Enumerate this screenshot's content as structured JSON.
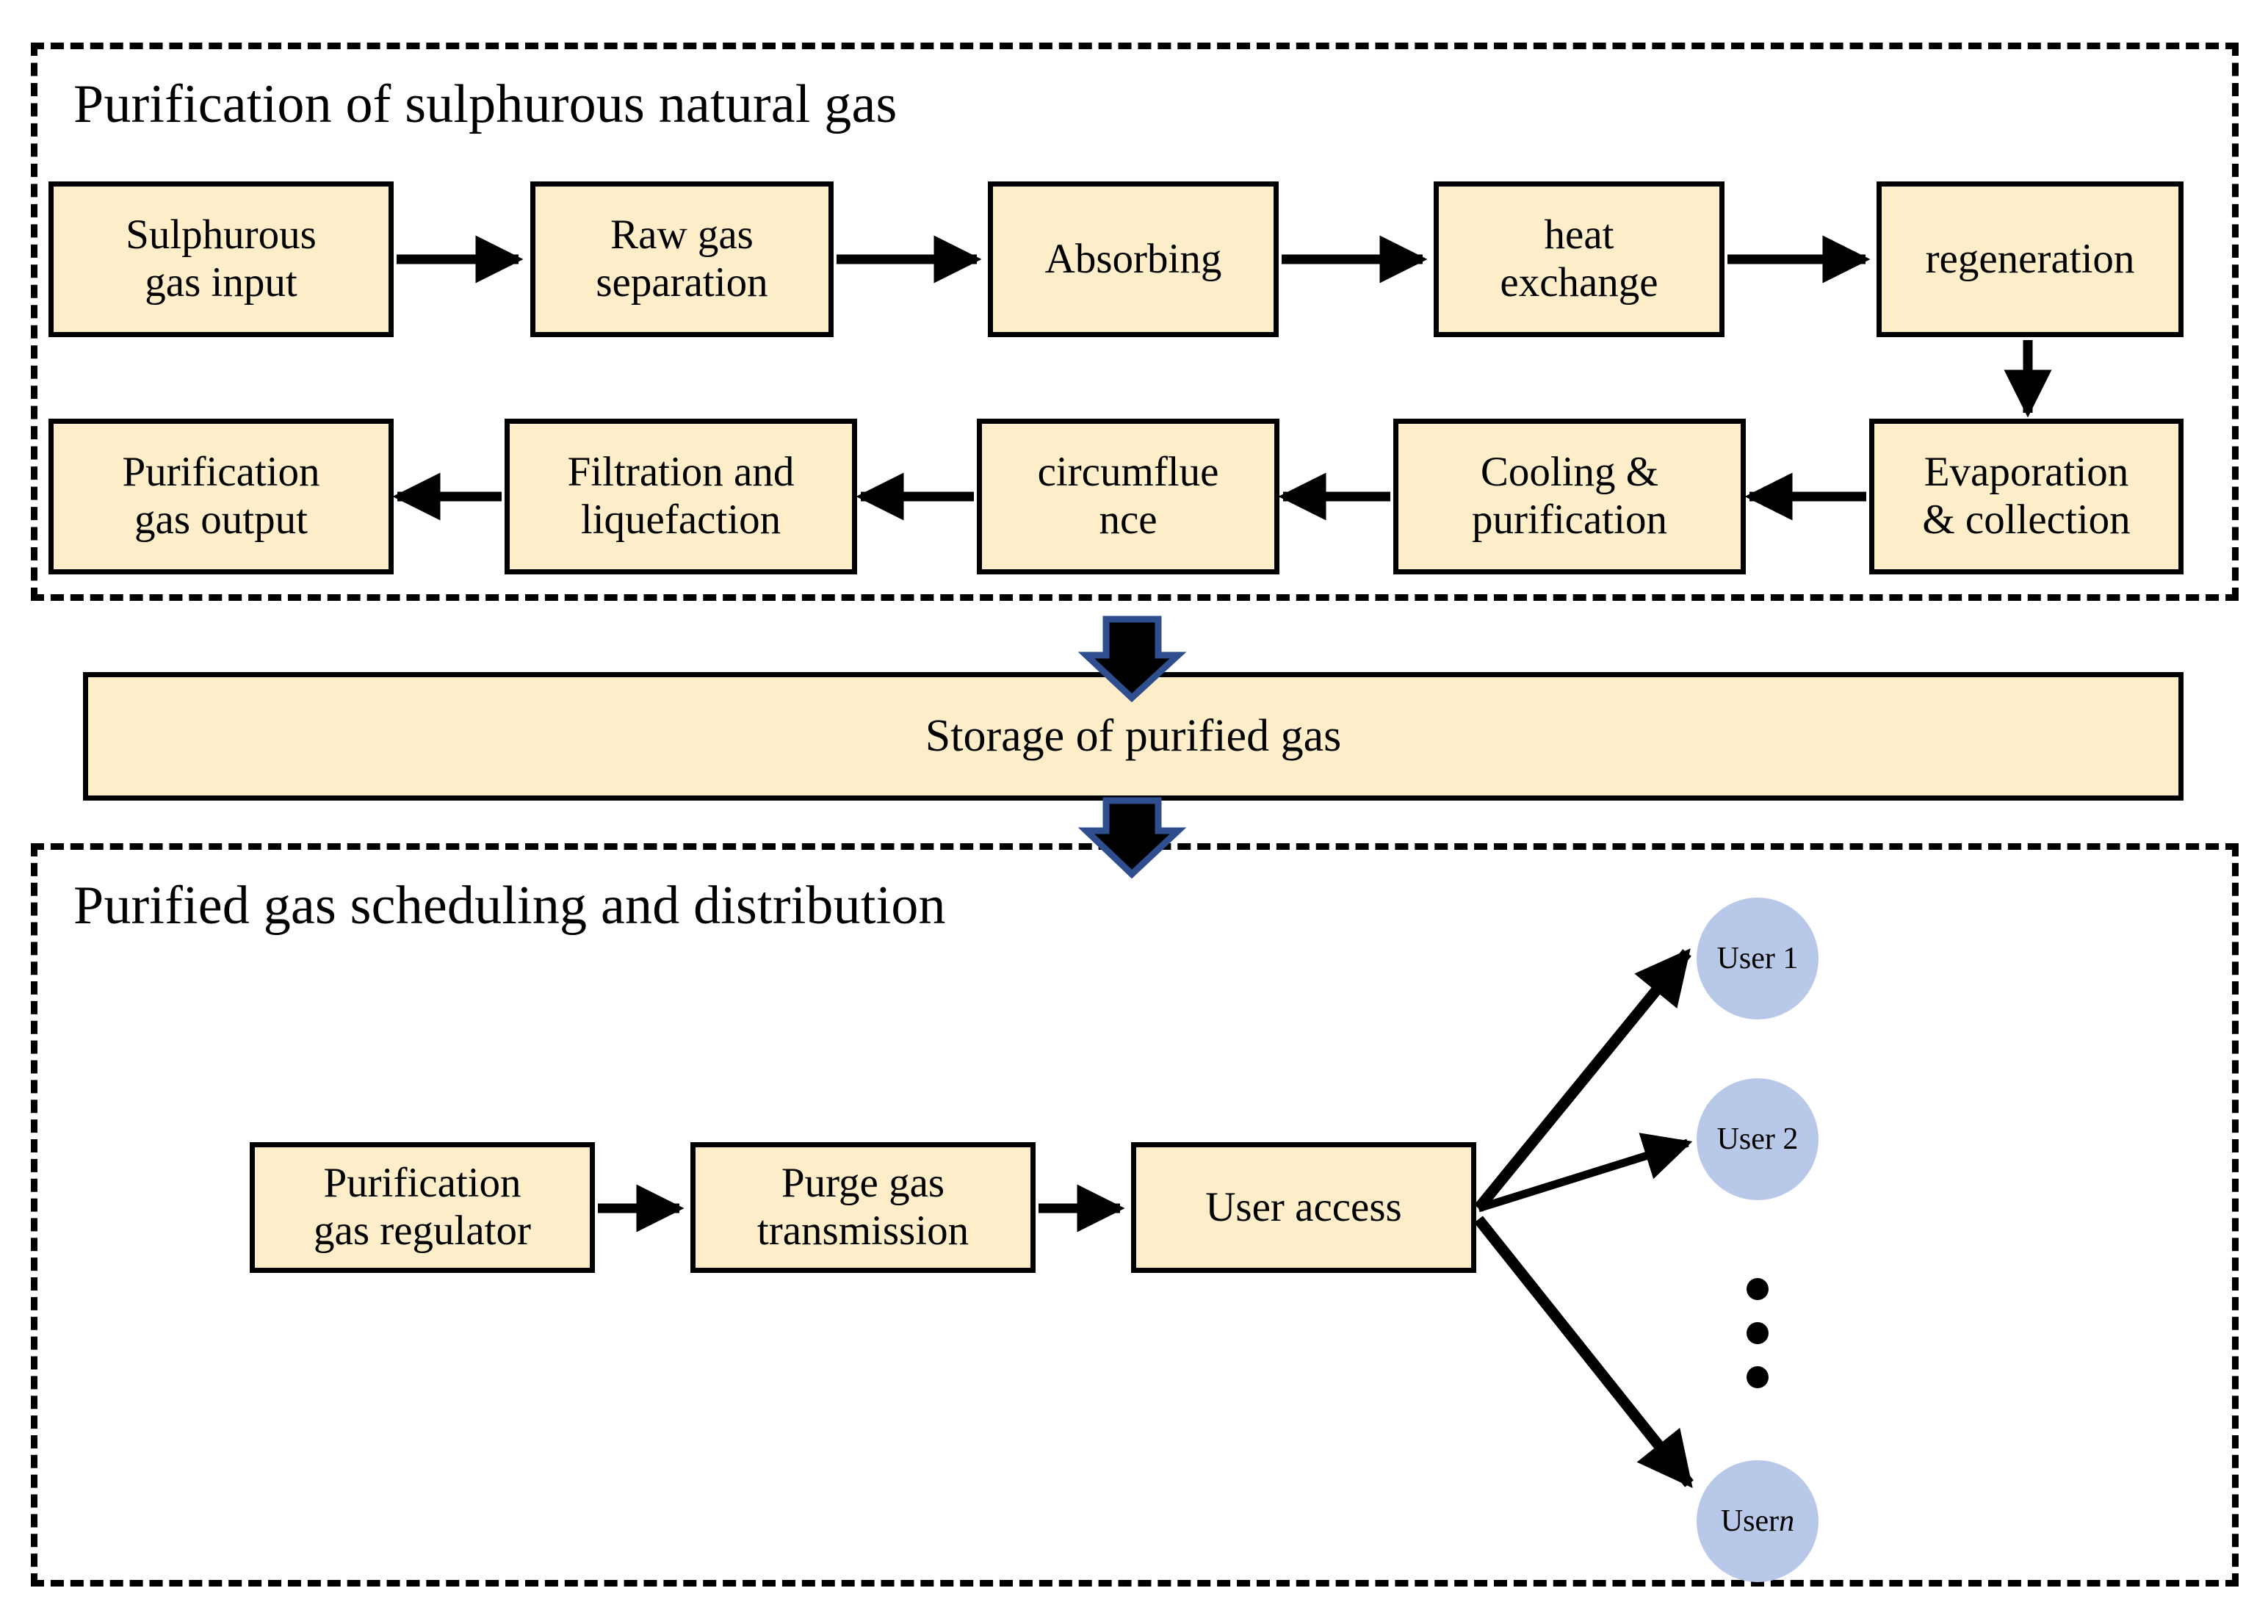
{
  "sections": {
    "purification": {
      "title": "Purification of sulphurous natural gas",
      "steps_row1": [
        "Sulphurous gas input",
        "Raw gas separation",
        "Absorbing",
        "heat exchange",
        "regeneration"
      ],
      "steps_row2": [
        "Purification gas output",
        "Filtration and liquefaction",
        "circumflue nce",
        "Cooling & purification",
        "Evaporation & collection"
      ]
    },
    "storage": {
      "label": "Storage of purified gas"
    },
    "distribution": {
      "title": "Purified gas scheduling and distribution",
      "steps": [
        "Purification gas regulator",
        "Purge gas transmission",
        "User access"
      ],
      "users": [
        {
          "label_prefix": "User ",
          "label_suffix": "1",
          "italic_suffix": false
        },
        {
          "label_prefix": "User ",
          "label_suffix": "2",
          "italic_suffix": false
        },
        {
          "label_prefix": "User ",
          "label_suffix": "n",
          "italic_suffix": true
        }
      ],
      "ellipsis": "vertical-ellipsis-three-dots"
    }
  },
  "boxes": {
    "sulphurous_line1": "Sulphurous",
    "sulphurous_line2": "gas input",
    "rawgas_line1": "Raw gas",
    "rawgas_line2": "separation",
    "absorbing": "Absorbing",
    "heatexchange_line1": "heat",
    "heatexchange_line2": "exchange",
    "regeneration": "regeneration",
    "output_line1": "Purification",
    "output_line2": "gas output",
    "filtration_line1": "Filtration and",
    "filtration_line2": "liquefaction",
    "circumflue_line1": "circumflue",
    "circumflue_line2": "nce",
    "cooling_line1": "Cooling &",
    "cooling_line2": "purification",
    "evaporation_line1": "Evaporation",
    "evaporation_line2": "& collection",
    "storage": "Storage of purified gas",
    "regulator_line1": "Purification",
    "regulator_line2": "gas regulator",
    "purge_line1": "Purge gas",
    "purge_line2": "transmission",
    "useraccess": "User access",
    "user1": "User 1",
    "user2": "User 2",
    "usern_prefix": "User ",
    "usern_suffix": "n"
  },
  "colors": {
    "box_fill": "#fdeec9",
    "box_border": "#000000",
    "user_circle_fill": "#b8c8e8",
    "block_arrow_fill": "#000000",
    "block_arrow_stroke": "#2e4e8f",
    "section_border": "#000000",
    "background": "#ffffff",
    "text": "#000000"
  },
  "icons": {
    "flow_arrow": "arrow-right-icon",
    "flow_arrow_left": "arrow-left-icon",
    "flow_arrow_down": "arrow-down-icon",
    "block_arrow_down": "block-arrow-down-icon",
    "ellipsis": "vertical-ellipsis-icon"
  }
}
